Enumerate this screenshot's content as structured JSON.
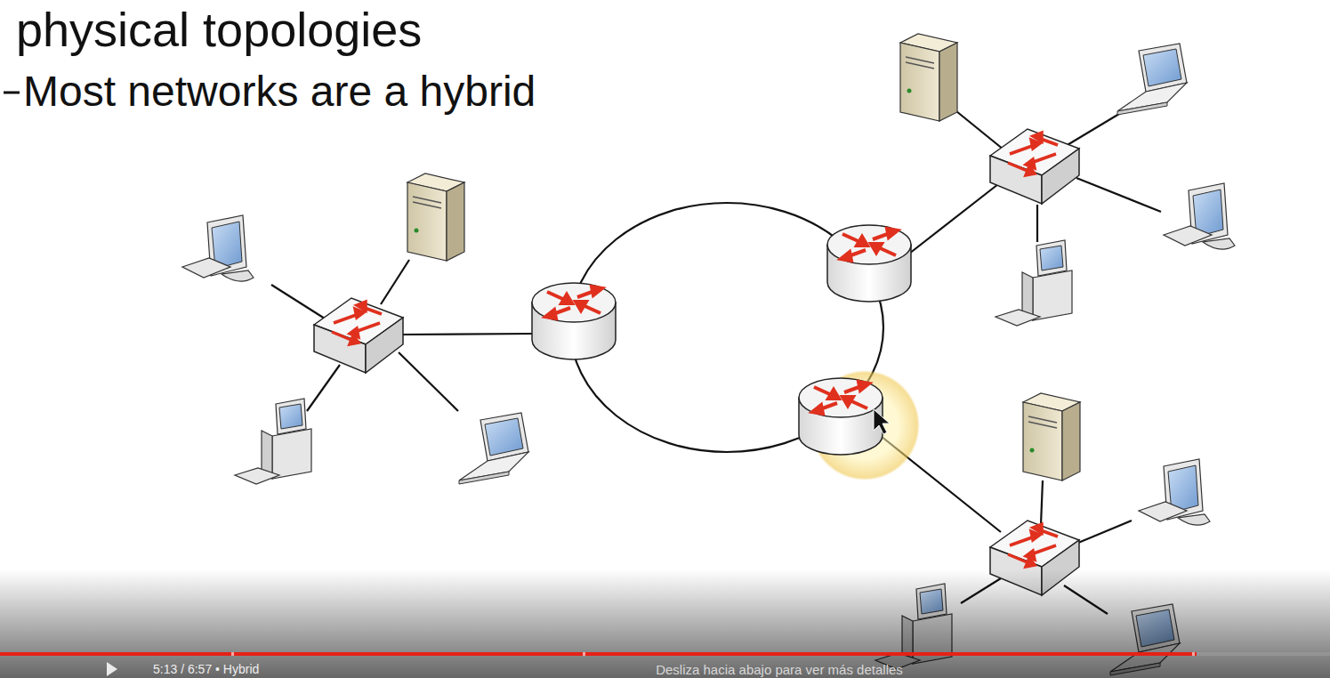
{
  "diagram": {
    "title": "physical topologies",
    "labels": [
      "Most networks are a hybrid",
      "5:13 / 6:57 • Hybrid",
      "Desliza hacia abajo para ver más detalles"
    ]
  }
}
